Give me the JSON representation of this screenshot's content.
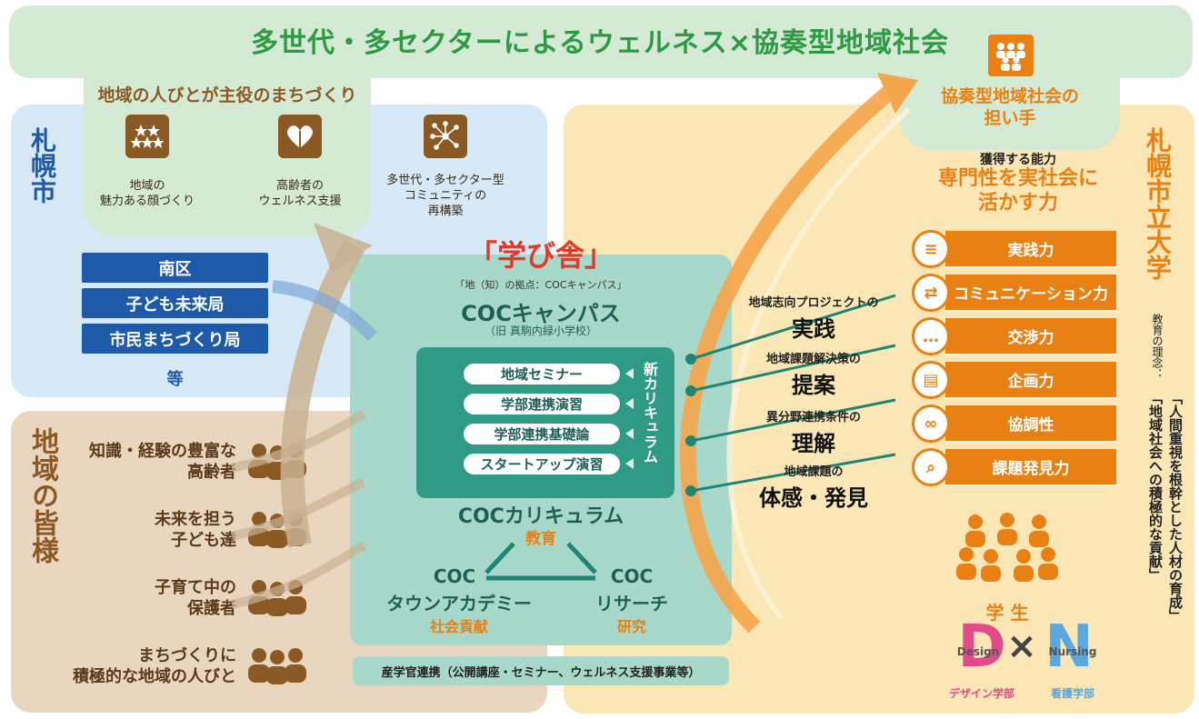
{
  "top_banner": {
    "title": "多世代・多セクターによるウェルネス×協奏型地域社会",
    "subtitle": "地域の人びとが主役のまちづくり",
    "tiles": [
      {
        "icon": "stars-icon",
        "label": "地域の\n魅力ある顔づくり"
      },
      {
        "icon": "heart-icon",
        "label": "高齢者の\nウェルネス支援"
      },
      {
        "icon": "network-icon",
        "label": "多世代・多セクター型\nコミュニティの\n再構築"
      }
    ],
    "community_tab": "協奏型地域社会の\n担い手"
  },
  "sapporo_city": {
    "title": "札幌市",
    "items": [
      "南区",
      "子ども未来局",
      "市民まちづくり局"
    ],
    "etc": "等"
  },
  "residents": {
    "title": "地域の皆様",
    "groups": [
      "知識・経験の豊富な\n高齢者",
      "未来を担う\n子ども達",
      "子育て中の\n保護者",
      "まちづくりに\n積極的な地域の人びと"
    ]
  },
  "manabiya": {
    "title": "「学び舎」",
    "subtitle": "「地（知）の拠点：COCキャンパス」",
    "campus_name": "COCキャンパス",
    "campus_note": "（旧 真駒内緑小学校）",
    "curriculum_items": [
      "地域セミナー",
      "学部連携演習",
      "学部連携基礎論",
      "スタートアップ演習"
    ],
    "new_curriculum_label": "新カリキュラム",
    "coc_curriculum": "COCカリキュラム",
    "education": "教育",
    "town_academy_line1": "COC",
    "town_academy_line2": "タウンアカデミー",
    "social_contribution": "社会貢献",
    "research_line1": "COC",
    "research_line2": "リサーチ",
    "research": "研究",
    "industry_partnership": "産学官連携（公開講座・セミナー、ウェルネス支援事業等）"
  },
  "stages": [
    {
      "small": "地域志向プロジェクトの",
      "big": "実践"
    },
    {
      "small": "地域課題解決策の",
      "big": "提案"
    },
    {
      "small": "異分野連携条件の",
      "big": "理解"
    },
    {
      "small": "地域課題の",
      "big": "体感・発見"
    }
  ],
  "university": {
    "title": "札幌市立大学",
    "philosophy_label": "教育の理念：",
    "philosophy_1": "「人間重視を根幹とした人材の育成」",
    "philosophy_2": "「地域社会への積極的な貢献」",
    "acquire_label": "獲得する能力",
    "ability_headline": "専門性を実社会に\n活かす力",
    "abilities": [
      {
        "label": "実践力",
        "icon": "list-icon"
      },
      {
        "label": "コミュニケーション力",
        "icon": "exchange-icon"
      },
      {
        "label": "交渉力",
        "icon": "speech-icon"
      },
      {
        "label": "企画力",
        "icon": "documents-icon"
      },
      {
        "label": "協調性",
        "icon": "link-icon"
      },
      {
        "label": "課題発見力",
        "icon": "magnifier-icon"
      }
    ],
    "students": "学 生",
    "design_word": "Design",
    "design_letter": "D",
    "cross": "×",
    "nursing_letter": "N",
    "nursing_word": "Nursing",
    "design_faculty": "デザイン学部",
    "nursing_faculty": "看護学部"
  },
  "colors": {
    "banner_green": "#d5ead4",
    "banner_text": "#2e9a44",
    "blue_panel": "#d7e8f7",
    "blue_button": "#1e5aa8",
    "tan_panel": "#e9d6c0",
    "brown": "#8b5a24",
    "teal": "#5bb5a0",
    "teal_dark": "#1f8574",
    "orange": "#e98014",
    "yellow_panel": "#fbe6b5",
    "red_text": "#e03a2c",
    "design_pink": "#e24a8c",
    "nursing_blue": "#5aa8dd"
  }
}
